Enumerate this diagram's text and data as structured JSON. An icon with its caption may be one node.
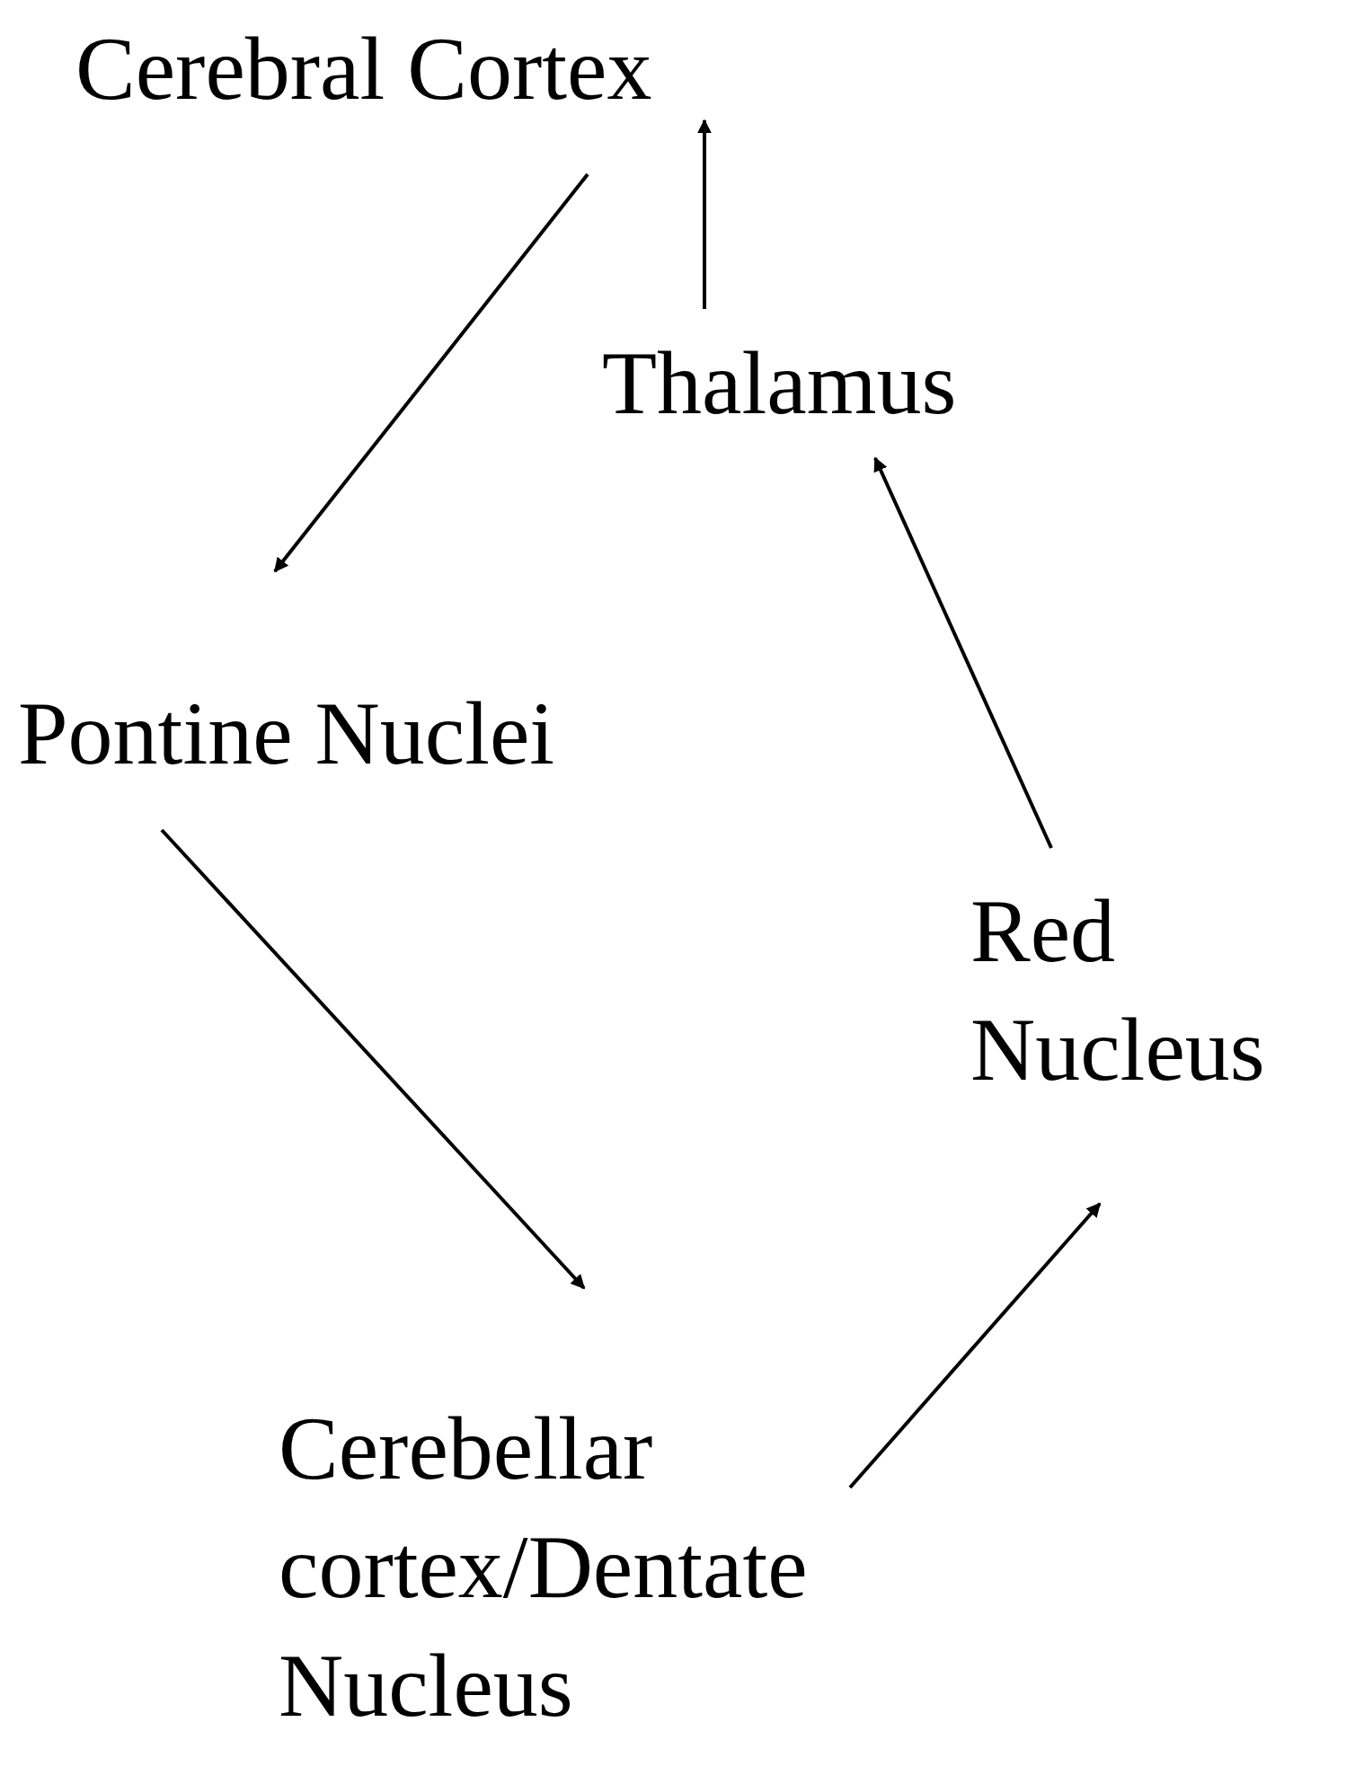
{
  "diagram": {
    "nodes": [
      {
        "text": [
          "Cerebral Cortex"
        ]
      },
      {
        "text": [
          "Thalamus"
        ]
      },
      {
        "text": [
          "Pontine Nuclei"
        ]
      },
      {
        "text": [
          "Red Nucleus"
        ]
      },
      {
        "text": [
          "Cerebellar cortex/Dentate Nucleus"
        ]
      }
    ],
    "edges": [
      {
        "from": 0,
        "to": 2,
        "arrow": "to"
      },
      {
        "from": 2,
        "to": 4,
        "arrow": "to"
      },
      {
        "from": 4,
        "to": 3,
        "arrow": "to"
      },
      {
        "from": 3,
        "to": 1,
        "arrow": "to"
      },
      {
        "from": 1,
        "to": 0,
        "arrow": "to"
      }
    ]
  }
}
